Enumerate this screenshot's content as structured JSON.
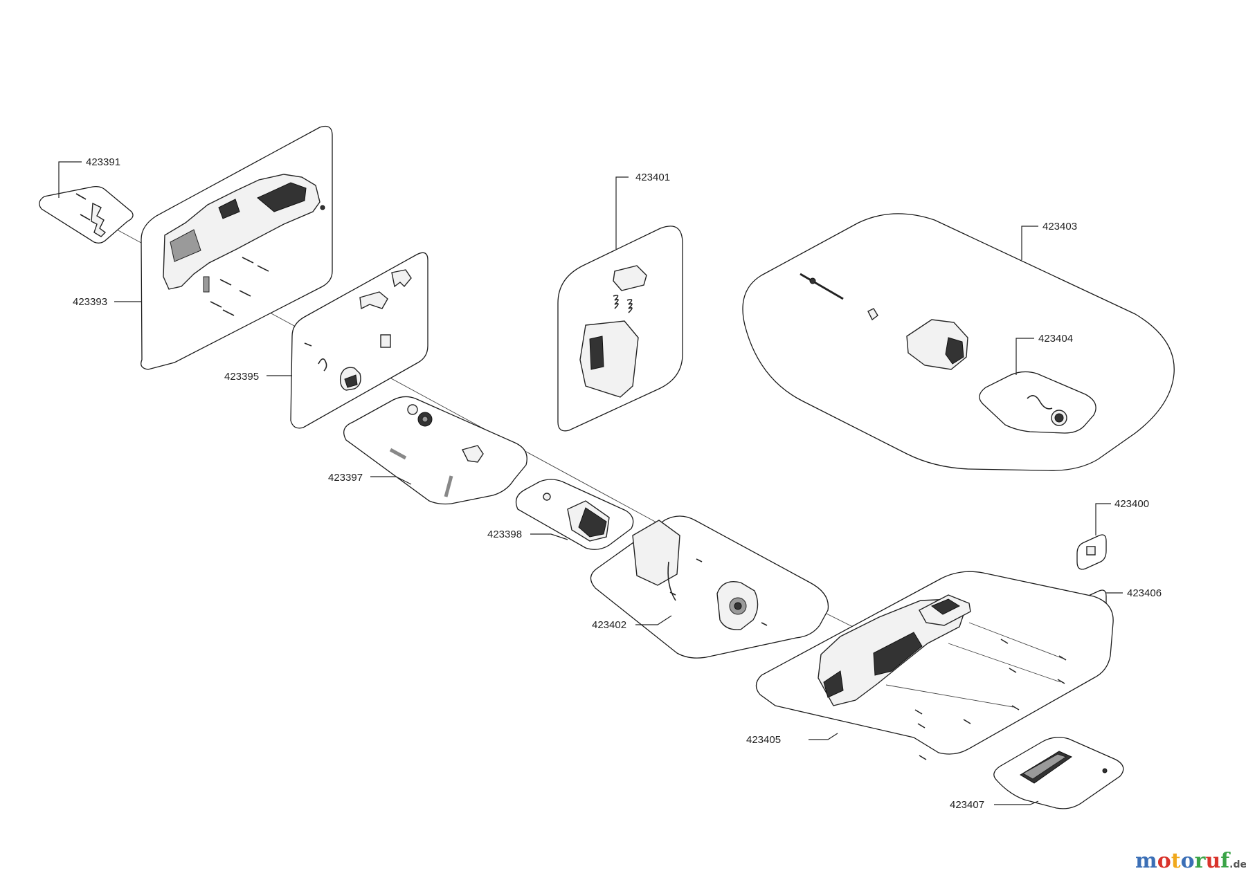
{
  "parts": [
    {
      "id": "p391",
      "number": "423391"
    },
    {
      "id": "p393",
      "number": "423393"
    },
    {
      "id": "p395",
      "number": "423395"
    },
    {
      "id": "p397",
      "number": "423397"
    },
    {
      "id": "p398",
      "number": "423398"
    },
    {
      "id": "p401",
      "number": "423401"
    },
    {
      "id": "p402",
      "number": "423402"
    },
    {
      "id": "p403",
      "number": "423403"
    },
    {
      "id": "p404",
      "number": "423404"
    },
    {
      "id": "p400",
      "number": "423400"
    },
    {
      "id": "p406",
      "number": "423406"
    },
    {
      "id": "p405",
      "number": "423405"
    },
    {
      "id": "p407",
      "number": "423407"
    }
  ],
  "watermark": {
    "name": "motoruf",
    "tld": ".de",
    "colors": [
      "#3b6fb6",
      "#d9332b",
      "#f0a81c",
      "#3b6fb6",
      "#3aa447",
      "#d9332b",
      "#3aa447"
    ]
  }
}
